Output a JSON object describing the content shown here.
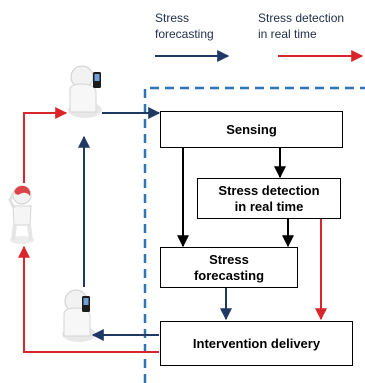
{
  "legend": {
    "forecast_line1": "Stress",
    "forecast_line2": "forecasting",
    "detect_line1": "Stress detection",
    "detect_line2": "in real time",
    "forecast_color": "#1f3864",
    "detect_color": "#d9262c"
  },
  "boxes": {
    "sensing": "Sensing",
    "detect_line1": "Stress detection",
    "detect_line2": "in real time",
    "forecast_line1": "Stress",
    "forecast_line2": "forecasting",
    "intervention": "Intervention delivery"
  },
  "icons": {
    "person_top": "person-with-phone-icon",
    "person_bottom": "person-with-phone-icon",
    "stressed_person": "stressed-person-icon"
  },
  "colors": {
    "dashed_boundary": "#2e75b6",
    "flow_dark": "#1f3864",
    "flow_red": "#d9262c",
    "flow_black": "#000000"
  }
}
